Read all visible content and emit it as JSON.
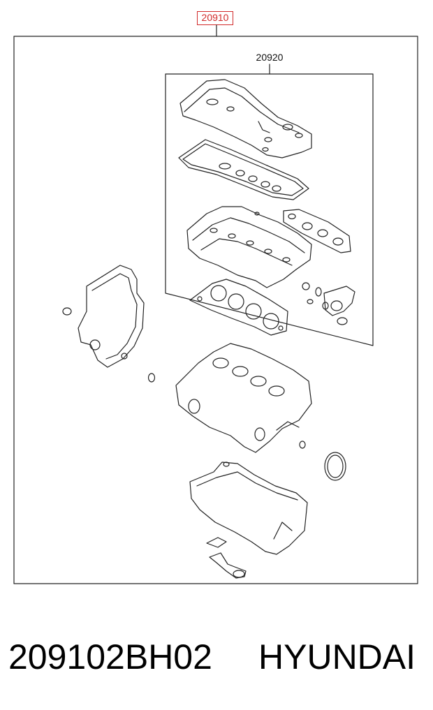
{
  "diagram": {
    "assembly_callout": "20910",
    "subassembly_callout": "20920"
  },
  "footer": {
    "part_number": "209102BH02",
    "brand": "HYUNDAI"
  },
  "colors": {
    "callout_accent": "#d12a2a",
    "line": "#222222"
  }
}
